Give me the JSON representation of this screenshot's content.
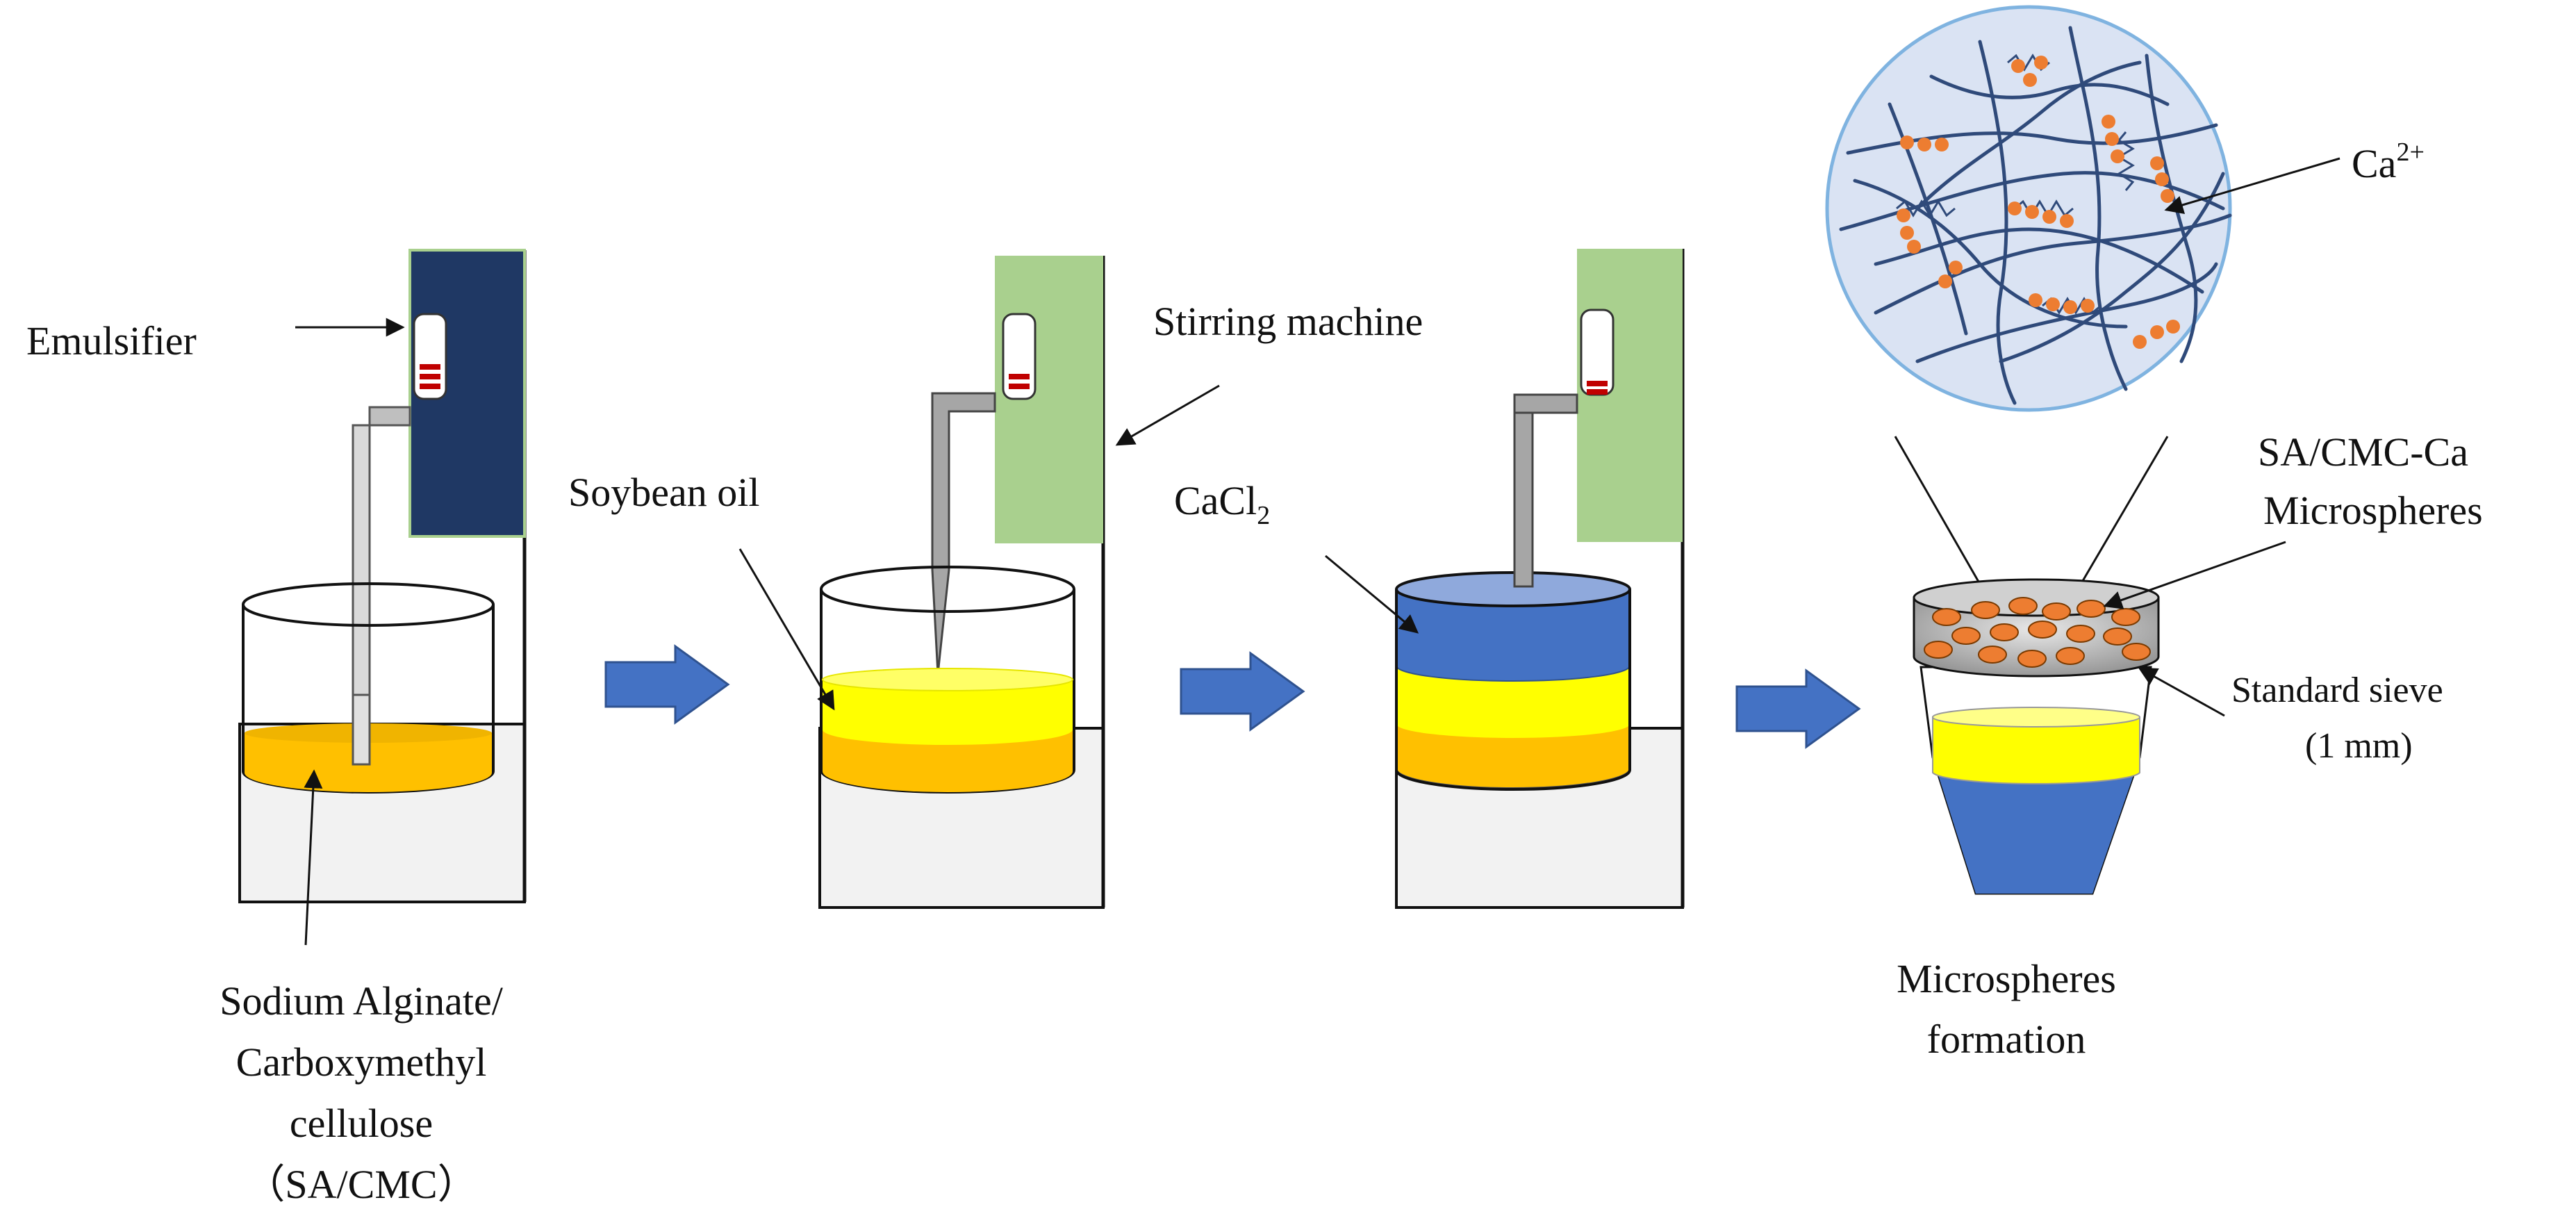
{
  "labels": {
    "emulsifier": "Emulsifier",
    "stirring_machine": "Stirring machine",
    "soybean_oil": "Soybean oil",
    "cacl2_main": "CaCl",
    "cacl2_sub": "2",
    "ca_main": "Ca",
    "ca_sup": "2+",
    "sa_cmc_ca_line1": "SA/CMC-Ca",
    "sa_cmc_ca_line2": "Microspheres",
    "sieve_line1": "Standard sieve",
    "sieve_line2": "(1 mm)",
    "formation_line1": "Microspheres",
    "formation_line2": "formation",
    "sodium_line1": "Sodium Alginate/",
    "sodium_line2": "Carboxymethyl",
    "sodium_line3": "cellulose",
    "sodium_line4": "（SA/CMC）"
  },
  "colors": {
    "machine_dark": "#1f3864",
    "machine_green": "#a9d08e",
    "orange_liquid": "#ffc000",
    "yellow_oil": "#ffff00",
    "blue_cacl2": "#4472c4",
    "arrow_blue": "#4472c4",
    "circle_fill": "#dae3f3",
    "circle_stroke": "#7fb3e0",
    "fiber": "#2f4a7a",
    "bead": "#ed7d31",
    "indicator_red": "#c00000"
  },
  "icons": [
    "emulsifier-indicator-icon",
    "process-arrow-icon",
    "stir-rod-icon"
  ]
}
